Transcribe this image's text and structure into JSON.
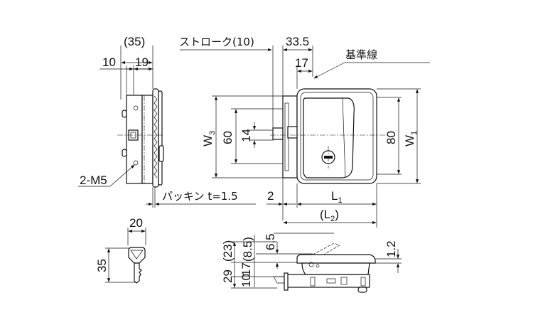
{
  "side_view": {
    "dim_overall": "(35)",
    "dim_left": "10",
    "dim_right": "19",
    "thread_label": "2-M5",
    "gasket_label": "パッキン t=1.5"
  },
  "front_view": {
    "stroke_label": "ストローク(10)",
    "dim_33_5": "33.5",
    "dim_17": "17",
    "datum_label": "基準線",
    "w3_label": "W",
    "w3_sub": "3",
    "dim_60": "60",
    "dim_14": "14",
    "dim_80": "80",
    "w1_label": "W",
    "w1_sub": "1",
    "dim_2": "2",
    "l1_label": "L",
    "l1_sub": "1",
    "l2_label_open": "(L",
    "l2_sub": "2",
    "l2_label_close": ")"
  },
  "key_view": {
    "dim_width": "20",
    "dim_height": "35"
  },
  "bottom_view": {
    "dim_29": "29",
    "dim_23": "(23)",
    "dim_10": "10",
    "dim_17": "17",
    "dim_8_5": "(8.5)",
    "dim_6_5": "6.5",
    "dim_1_2": "1.2"
  }
}
